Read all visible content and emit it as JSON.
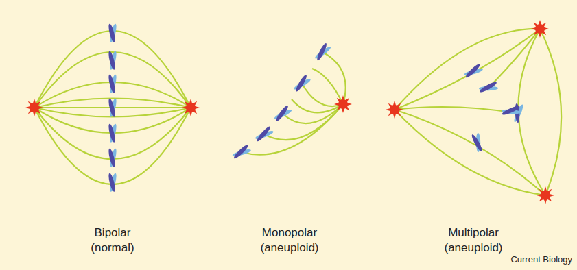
{
  "diagram": {
    "labels": [
      "Bipolar",
      "(normal)",
      "Monopolar",
      "(aneuploid)",
      "Multipolar",
      "(aneuploid)",
      "Current Biology"
    ]
  }
}
